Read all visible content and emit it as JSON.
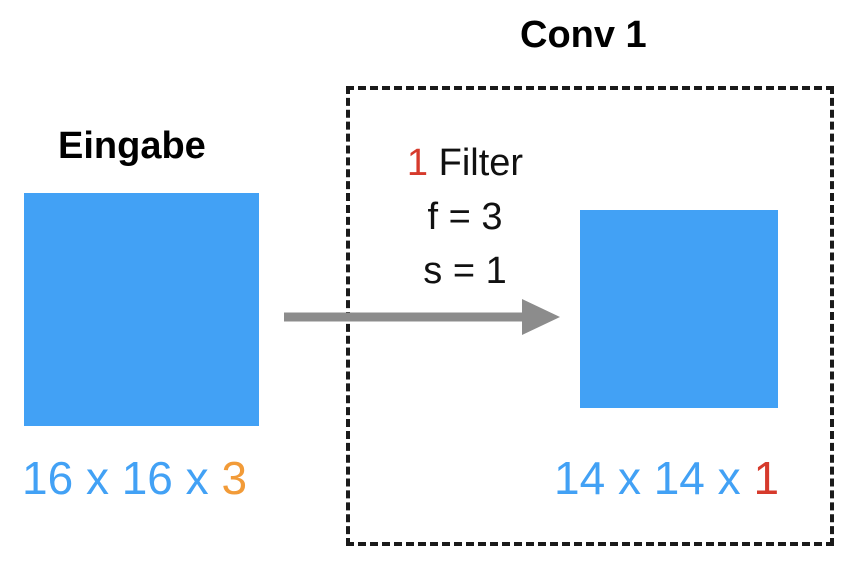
{
  "colors": {
    "blue": "#42a1f5",
    "orange": "#f29b38",
    "red": "#d63a2c",
    "arrow_gray": "#8c8c8c",
    "text": "#000000"
  },
  "conv": {
    "title": "Conv 1",
    "filter_count": "1",
    "filter_word": " Filter",
    "f_line": "f = 3",
    "s_line": "s = 1",
    "output_dims_prefix": "14 x 14 x ",
    "output_channels": "1"
  },
  "input": {
    "title": "Eingabe",
    "dims_prefix": "16 x 16 x ",
    "channels": "3"
  }
}
